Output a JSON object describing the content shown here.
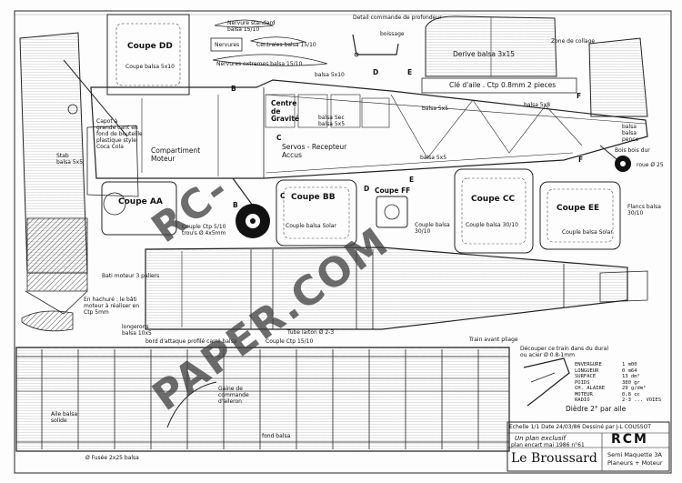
{
  "sections": {
    "dd": "Coupe DD",
    "aa": "Coupe AA",
    "bb": "Coupe BB",
    "cc": "Coupe CC",
    "ee": "Coupe EE",
    "ff": "Coupe FF"
  },
  "section_markers": [
    "B",
    "B",
    "C",
    "C",
    "D",
    "D",
    "E",
    "E",
    "F",
    "F"
  ],
  "notes": {
    "dd_balsa": "Coupe balsa 5x10",
    "nervure_std": "Nervure standard\nbalsa 15/10",
    "nervures": "Nervures",
    "centrales": "Centrales balsa 15/10",
    "nervures_ext": "Nervures extremes balsa 15/10",
    "balsa_5x10": "balsa 5x10",
    "detail_profondeur": "Detail commande de profondeur",
    "boissage": "boissage",
    "derive": "Derive balsa 3x15",
    "zone_collage": "Zone de collage",
    "cle_aile": "Clé d'aile . Ctp 0.8mm 2 pieces",
    "capot": "Capot à\ngrande cant en\nfond de bouteille\nplastique style\nCoca Cola",
    "compartiment": "Compartiment\nMoteur",
    "centre_gravite": "Centre\nde\nGravité",
    "balsa_sec": "balsa Sec\nbalsa 5x5",
    "servos": "Servos - Recepteur\nAccus",
    "balsa_5x5a": "balsa 5x5",
    "balsa_5x5b": "balsa 5x5",
    "balsa_5x8": "balsa 5x8",
    "bois_dur": "Bois bois dur",
    "balsa_pence": "balsa\nbalsa\npence",
    "roue": "roue Ø 25",
    "stab": "Stab\nbalsa 5x5",
    "coupe_ctp": "Couple Ctp 5/10\ntrou's Ø 4x5mm",
    "couple_balsa_solar1": "Couple balsa Solar",
    "couple_balsa": "Couple balsa\n30/10",
    "couple_cc": "Couple balsa 30/10",
    "couple_ee": "Couple balsa Solar",
    "flancs": "Flancs balsa\n30/10",
    "bati": "Bati moteur 3 paliers",
    "hachures": "En hachuré : le bâti\nmoteur à réaliser en\nCtp 5mm",
    "longerons": "longerons\nbalsa 10x5",
    "bord_attaque": "bord d'attaque profilé carré balsa",
    "tube": "Tube laiton Ø 2-3",
    "couple_ctp_15": "Couple Ctp 15/10",
    "train": "Train avant pliage",
    "decouper": "Découper ce train dans du dural\nou acier Ø 0.8-1mm",
    "aile_balsa": "Aile balsa\nsolide",
    "gaine": "Gaine de\ncommande\nd'aileron",
    "fusee": "Ø Fusée 2x25 balsa",
    "fond_balsa": "fond balsa",
    "diedre": "Dièdre 2° par aile"
  },
  "specs": {
    "labels": [
      "ENVERGURE",
      "LONGUEUR",
      "SURFACE",
      "POIDS",
      "CH. ALAIRE",
      "MOTEUR",
      "RADIO"
    ],
    "values": [
      "1 m00",
      "0 m64",
      "13 dm²",
      "380 gr",
      "29 g/dm²",
      "0,8 cc",
      "2-3 ... VOIES"
    ]
  },
  "title_block": {
    "scale_line": "Echelle 1/1  Date 24/03/86  Dessiné par J-L COUSSOT",
    "plan_line1": "Un plan exclusif",
    "plan_line2": "plan encart mai    1986 n°61",
    "brand": "RCM",
    "model": "Le Broussard",
    "type_line1": "Semi Maquette 3A",
    "type_line2": "Planeurs + Moteur"
  },
  "watermark": "RC-PAPER.COM"
}
